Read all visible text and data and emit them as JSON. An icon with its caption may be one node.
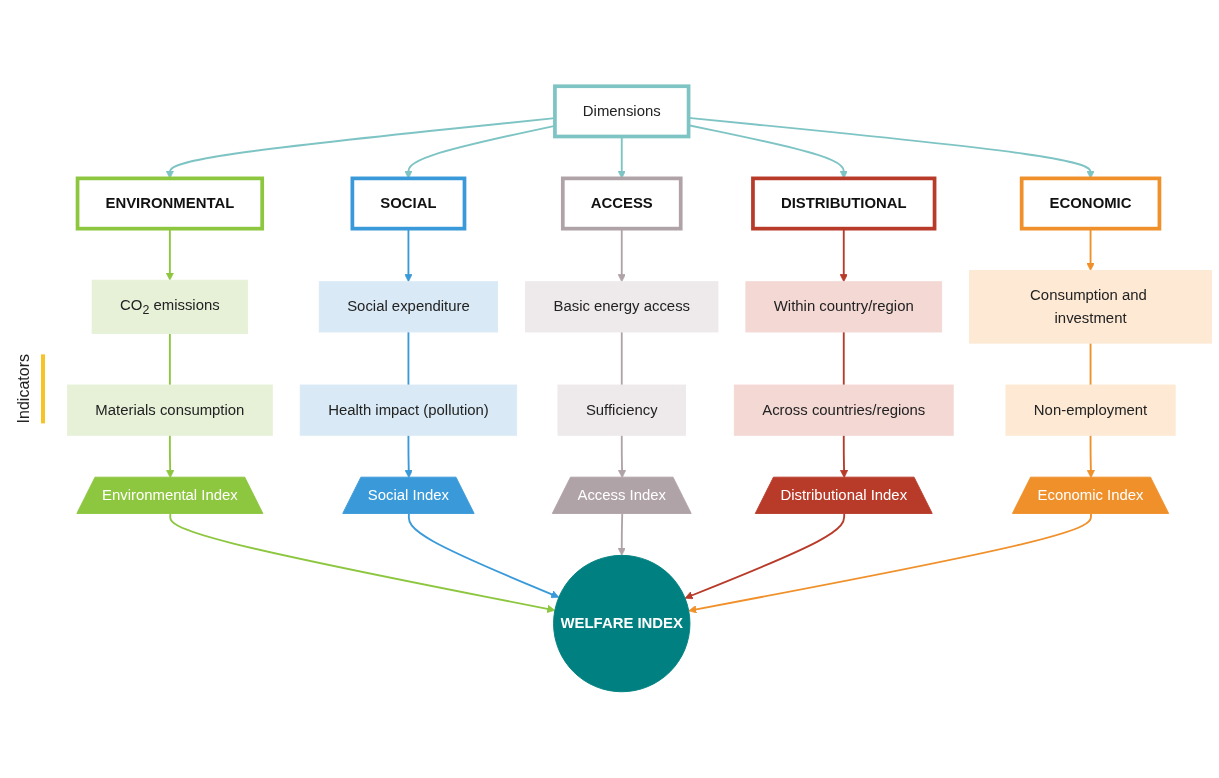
{
  "diagram": {
    "nodes": [
      {
        "text": [
          "Dimensions"
        ]
      },
      {
        "text": [
          "ENVIRONMENTAL"
        ]
      },
      {
        "text": [
          "SOCIAL"
        ]
      },
      {
        "text": [
          "ACCESS"
        ]
      },
      {
        "text": [
          "DISTRIBUTIONAL"
        ]
      },
      {
        "text": [
          "ECONOMIC"
        ]
      },
      {
        "text": [
          "CO$_{2}$ emissions"
        ]
      },
      {
        "text": [
          "Materials consumption"
        ]
      },
      {
        "text": [
          "Social expenditure"
        ]
      },
      {
        "text": [
          "Health impact (pollution)"
        ]
      },
      {
        "text": [
          "Basic energy access"
        ]
      },
      {
        "text": [
          "Sufficiency"
        ]
      },
      {
        "text": [
          "Within country/region"
        ]
      },
      {
        "text": [
          "Across countries/regions"
        ]
      },
      {
        "text": [
          "Consumption and investment"
        ]
      },
      {
        "text": [
          "Non-employment"
        ]
      },
      {
        "text": [
          "Environmental Index"
        ]
      },
      {
        "text": [
          "Social Index"
        ]
      },
      {
        "text": [
          "Access Index"
        ]
      },
      {
        "text": [
          "Distributional Index"
        ]
      },
      {
        "text": [
          "Economic Index"
        ]
      },
      {
        "text": [
          "WELFARE INDEX"
        ]
      }
    ],
    "edges": [
      {
        "from": 0,
        "to": 1,
        "arrow": "to",
        "color": "#7fc4c4"
      },
      {
        "from": 0,
        "to": 2,
        "arrow": "to",
        "color": "#7fc4c4"
      },
      {
        "from": 0,
        "to": 3,
        "arrow": "to",
        "color": "#7fc4c4"
      },
      {
        "from": 0,
        "to": 4,
        "arrow": "to",
        "color": "#7fc4c4"
      },
      {
        "from": 0,
        "to": 5,
        "arrow": "to",
        "color": "#7fc4c4"
      },
      {
        "from": 1,
        "to": 6,
        "arrow": "to",
        "color": "#8dc63f"
      },
      {
        "from": 2,
        "to": 8,
        "arrow": "to",
        "color": "#3a9ad9"
      },
      {
        "from": 3,
        "to": 10,
        "arrow": "to",
        "color": "#b0a3a8"
      },
      {
        "from": 4,
        "to": 12,
        "arrow": "to",
        "color": "#b83b2a"
      },
      {
        "from": 5,
        "to": 14,
        "arrow": "to",
        "color": "#f0902a"
      },
      {
        "from": 6,
        "to": 7,
        "arrow": "none",
        "color": "#8dc63f"
      },
      {
        "from": 8,
        "to": 9,
        "arrow": "none",
        "color": "#3a9ad9"
      },
      {
        "from": 10,
        "to": 11,
        "arrow": "none",
        "color": "#b0a3a8"
      },
      {
        "from": 12,
        "to": 13,
        "arrow": "none",
        "color": "#b83b2a"
      },
      {
        "from": 14,
        "to": 15,
        "arrow": "none",
        "color": "#f0902a"
      },
      {
        "from": 7,
        "to": 16,
        "arrow": "to",
        "color": "#8dc63f"
      },
      {
        "from": 9,
        "to": 17,
        "arrow": "to",
        "color": "#3a9ad9"
      },
      {
        "from": 11,
        "to": 18,
        "arrow": "to",
        "color": "#b0a3a8"
      },
      {
        "from": 13,
        "to": 19,
        "arrow": "to",
        "color": "#b83b2a"
      },
      {
        "from": 15,
        "to": 20,
        "arrow": "to",
        "color": "#f0902a"
      },
      {
        "from": 16,
        "to": 21,
        "arrow": "to",
        "color": "#8dc63f"
      },
      {
        "from": 17,
        "to": 21,
        "arrow": "to",
        "color": "#3a9ad9"
      },
      {
        "from": 18,
        "to": 21,
        "arrow": "to",
        "color": "#b0a3a8"
      },
      {
        "from": 19,
        "to": 21,
        "arrow": "to",
        "color": "#b83b2a"
      },
      {
        "from": 20,
        "to": 21,
        "arrow": "to",
        "color": "#f0902a"
      }
    ],
    "labels": [
      "Indicators"
    ]
  }
}
